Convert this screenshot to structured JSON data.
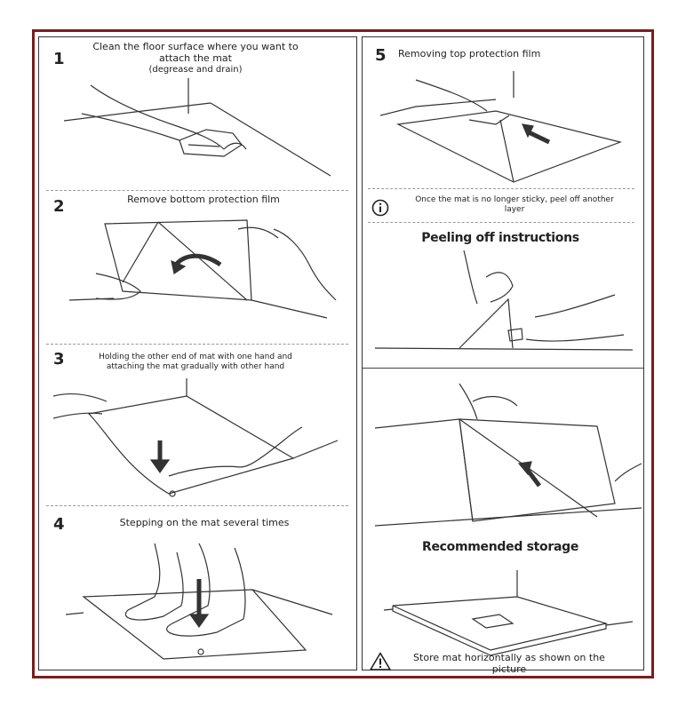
{
  "colors": {
    "border": "#7b1c1c",
    "ink": "#222222"
  },
  "steps": [
    {
      "number": "1",
      "lines": [
        "Clean the floor surface where you want to",
        "attach the mat",
        "(degrease and drain)"
      ]
    },
    {
      "number": "2",
      "lines": [
        "Remove bottom protection film"
      ]
    },
    {
      "number": "3",
      "lines": [
        "Holding the other end of mat with one hand and",
        "attaching the mat gradually with other hand"
      ]
    },
    {
      "number": "4",
      "lines": [
        "Stepping on the mat several times"
      ]
    },
    {
      "number": "5",
      "lines": [
        "Removing top protection film"
      ]
    }
  ],
  "info_note": {
    "icon": "info-icon",
    "lines": [
      "Once the mat is no longer sticky, peel off another",
      "layer"
    ]
  },
  "peeling_heading": "Peeling off instructions",
  "storage_heading": "Recommended storage",
  "storage_note": {
    "icon": "warning-icon",
    "lines": [
      "Store mat horizontally as shown on the",
      "picture"
    ]
  }
}
